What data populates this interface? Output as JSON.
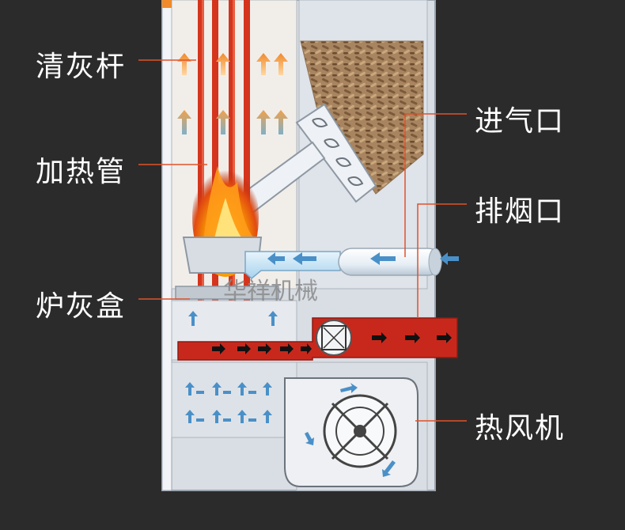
{
  "labels": {
    "cleaning_rod": "清灰杆",
    "heating_tube": "加热管",
    "ash_box": "炉灰盒",
    "air_inlet": "进气口",
    "exhaust_outlet": "排烟口",
    "hot_air_fan": "热风机"
  },
  "watermark": "华祥机械",
  "colors": {
    "background": "#2b2b2b",
    "heating_tube": "#d4351c",
    "leader_line": "#e0522a",
    "panel": "#dfe3ea",
    "flow_arrow": "#4a90c8",
    "pellets": "#9a7a55"
  }
}
